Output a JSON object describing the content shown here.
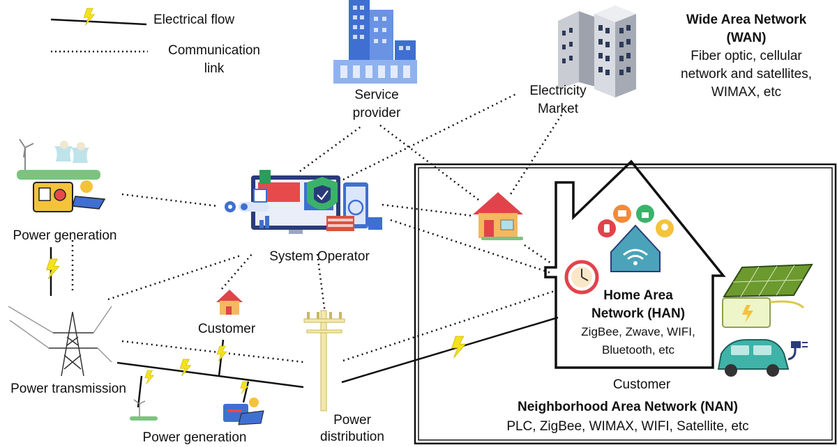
{
  "legend": {
    "electrical_flow": "Electrical flow",
    "communication_link_1": "Communication",
    "communication_link_2": "link"
  },
  "wan": {
    "title_1": "Wide Area Network",
    "title_2": "(WAN)",
    "desc_1": "Fiber optic, cellular",
    "desc_2": "network and satellites,",
    "desc_3": "WIMAX, etc"
  },
  "nodes": {
    "service_provider_1": "Service",
    "service_provider_2": "provider",
    "electricity_market_1": "Electricity",
    "electricity_market_2": "Market",
    "system_operator": "System Operator",
    "power_generation_top": "Power generation",
    "power_transmission": "Power transmission",
    "customer_small": "Customer",
    "power_generation_bottom": "Power generation",
    "power_distribution_1": "Power",
    "power_distribution_2": "distribution"
  },
  "han": {
    "title_1": "Home Area",
    "title_2": "Network (HAN)",
    "desc_1": "ZigBee, Zwave, WIFI,",
    "desc_2": "Bluetooth, etc"
  },
  "nan": {
    "customer": "Customer",
    "title": "Neighborhood Area Network (NAN)",
    "desc": "PLC, ZigBee, WIMAX, WIFI, Satellite, etc"
  },
  "colors": {
    "bolt": "#f4e21c",
    "building_blue": "#3f6fd1",
    "house_roof": "#e0444a",
    "home_teal": "#4aa3b8",
    "car_teal": "#3fb3a8",
    "line": "#111111"
  }
}
